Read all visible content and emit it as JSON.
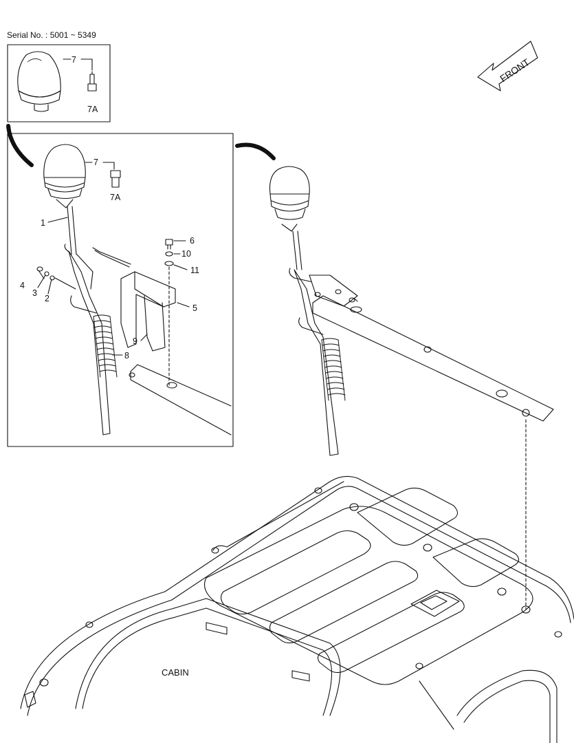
{
  "serial_text": "Serial No. : 5001 ~ 5349",
  "front_label": "FRONT",
  "cabin_label": "CABIN",
  "callouts": {
    "inset_lamp": "7",
    "inset_bulb": "7A",
    "main_lamp": "7",
    "main_bulb": "7A",
    "pole": "1",
    "bolt_left": "4",
    "washer_a": "3",
    "washer_b": "2",
    "bolt_top": "6",
    "nut": "10",
    "washer_c": "11",
    "bracket": "5",
    "stay": "9",
    "spring": "8"
  }
}
